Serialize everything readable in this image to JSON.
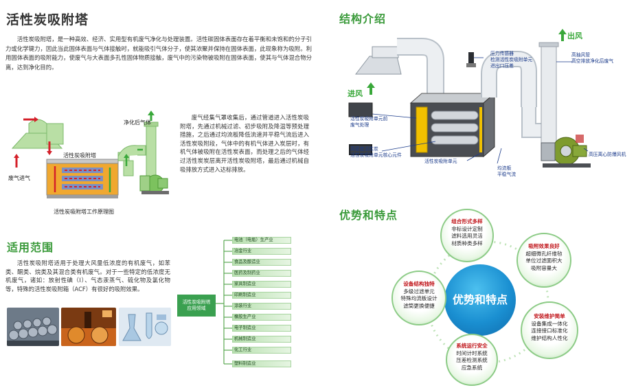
{
  "left": {
    "title": "活性炭吸附塔",
    "intro": "活性炭吸附塔，是一种高效、经济、实用型有机废气净化与处理装置。活性碳固体表面存在着平衡和未饱和的分子引力或化学键力，因此当此固体表面与气体接触时，就能吸引气体分子，使其浓聚并保持在固体表面，此现象称为吸附。利用固体表面的吸附能力，使废气与大表面多孔性固体物质接触，废气中的污染物被吸附在固体表面，使其与气体混合物分离，达到净化目的。",
    "diagram": {
      "exhaust_label": "净化后气体",
      "tower_label": "活性炭吸附塔",
      "inlet_label": "废气进气",
      "caption": "活性炭吸附塔工作原理图"
    },
    "process_text": "废气经集气罩收集后，通过管道进入活性炭吸附塔，先通过机械过滤、初步吸附及降温等预处理措施，之后通过均流板降低流速并平稳气流后进入活性炭吸附段，气体中的有机气体进入炭层时，有机气体被吸附在活性炭表面，而处理之后的气体经过活性炭炭层离开活性炭吸附塔，最后通过机械自吸排放方式进入达标排放。"
  },
  "scope": {
    "title": "适用范围",
    "text": "活性炭吸附塔适用于处理大风量低浓度的有机废气，如苯类、酮类、烷类及其混合类有机废气。对于一些特定的低浓度无机废气，诸如：放射性碘（I）、气态汞蒸气、硫化物及氯化物等，特殊的活性炭吸附箱（ACF）有很好的吸附效果。",
    "center_label_1": "活性炭吸附塔",
    "center_label_2": "应用领域",
    "items": [
      "电池（电瓶）生产业",
      "冶金行业",
      "食品及酿造业",
      "医药及制药业",
      "家具制造业",
      "印刷制造业",
      "涂装行业",
      "橡胶生产业",
      "电子制造业",
      "机械制造业",
      "化工行业",
      "塑料制造业"
    ]
  },
  "structure": {
    "title": "结构介绍",
    "inlet": "进风",
    "outlet": "出风",
    "sensor_1": "压力传感器",
    "sensor_2": "检测活性炭吸附单元",
    "sensor_3": "进出口压差",
    "pipe_1": "高抽风管",
    "pipe_2": "高空排放净化后废气",
    "pre_1": "活性炭吸附单元前",
    "pre_2": "废气处理",
    "cotton_1": "高密度活性炭",
    "cotton_2": "活性炭吸附单元核心元件",
    "unit": "活性炭吸附单元",
    "flow_1": "均流板",
    "flow_2": "平稳气流",
    "fan": "高压离心防爆风机"
  },
  "features": {
    "title": "优势和特点",
    "center": "优势和特点",
    "bubbles": [
      {
        "title": "组合形式多样",
        "lines": [
          "非标设计定制",
          "滤料选用灵活",
          "材质种类多样"
        ]
      },
      {
        "title": "吸附效果良好",
        "lines": [
          "超细微孔纤维毡",
          "单位过滤面积大",
          "吸附容量大"
        ]
      },
      {
        "title": "安装维护简单",
        "lines": [
          "设备集成一体化",
          "连接接口标准化",
          "维护结构人性化"
        ]
      },
      {
        "title": "系统运行安全",
        "lines": [
          "时间计时系统",
          "压差检测系统",
          "应急系统"
        ]
      },
      {
        "title": "设备结构独特",
        "lines": [
          "多级过滤单元",
          "特殊均流板设计",
          "滤筒更换便捷"
        ]
      }
    ]
  },
  "colors": {
    "green": "#3a9a3a",
    "blue": "#1a8fd1",
    "red": "#c0151a",
    "yellow": "#f5c400"
  }
}
